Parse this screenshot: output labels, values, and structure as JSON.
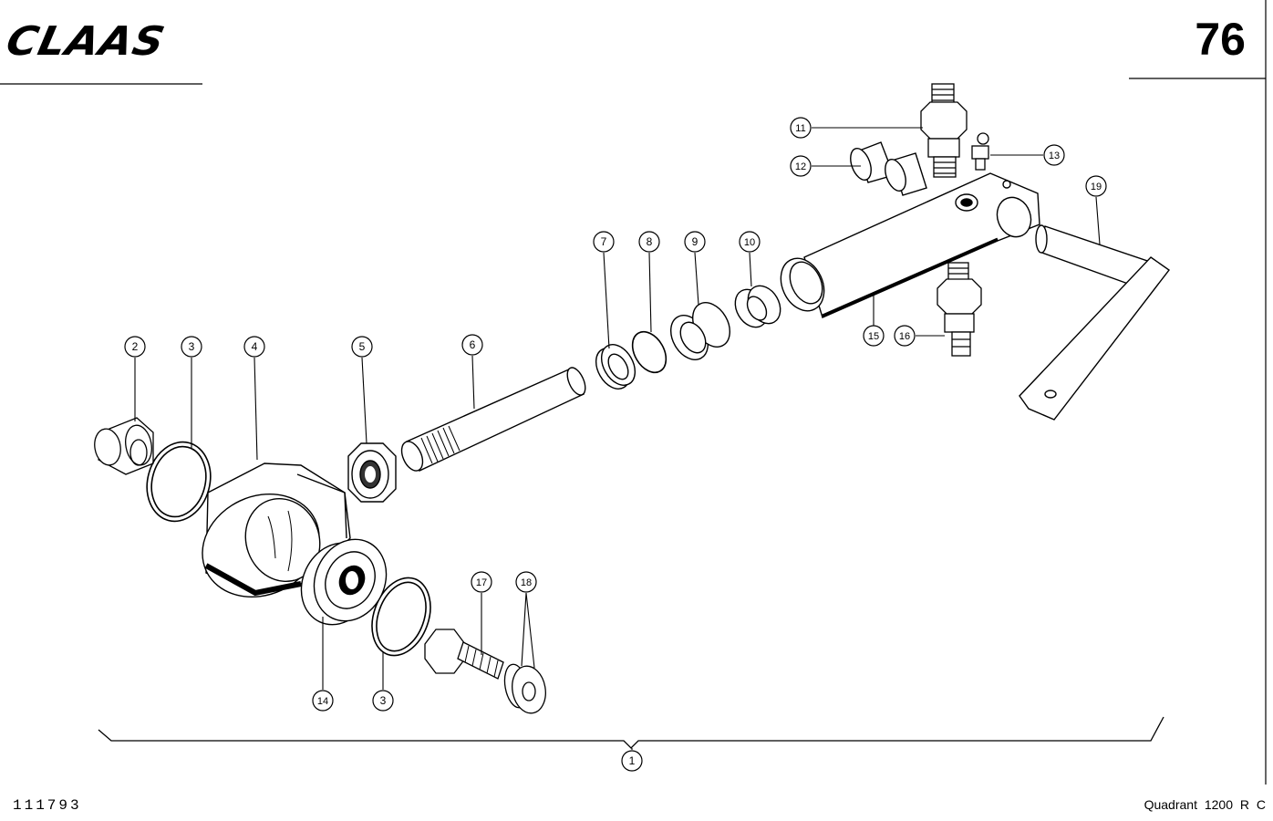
{
  "header": {
    "brand": "CLAAS",
    "page_number": "76"
  },
  "footer": {
    "drawing_number": "111793",
    "model": "Quadrant  1200 R C"
  },
  "callouts": [
    {
      "id": "c1",
      "label": "1"
    },
    {
      "id": "c2",
      "label": "2"
    },
    {
      "id": "c3a",
      "label": "3"
    },
    {
      "id": "c3b",
      "label": "3"
    },
    {
      "id": "c4",
      "label": "4"
    },
    {
      "id": "c5",
      "label": "5"
    },
    {
      "id": "c6",
      "label": "6"
    },
    {
      "id": "c7",
      "label": "7"
    },
    {
      "id": "c8",
      "label": "8"
    },
    {
      "id": "c9",
      "label": "9"
    },
    {
      "id": "c10",
      "label": "10"
    },
    {
      "id": "c11",
      "label": "11"
    },
    {
      "id": "c12",
      "label": "12"
    },
    {
      "id": "c13",
      "label": "13"
    },
    {
      "id": "c14",
      "label": "14"
    },
    {
      "id": "c15",
      "label": "15"
    },
    {
      "id": "c16",
      "label": "16"
    },
    {
      "id": "c17",
      "label": "17"
    },
    {
      "id": "c18",
      "label": "18"
    },
    {
      "id": "c19",
      "label": "19"
    }
  ]
}
